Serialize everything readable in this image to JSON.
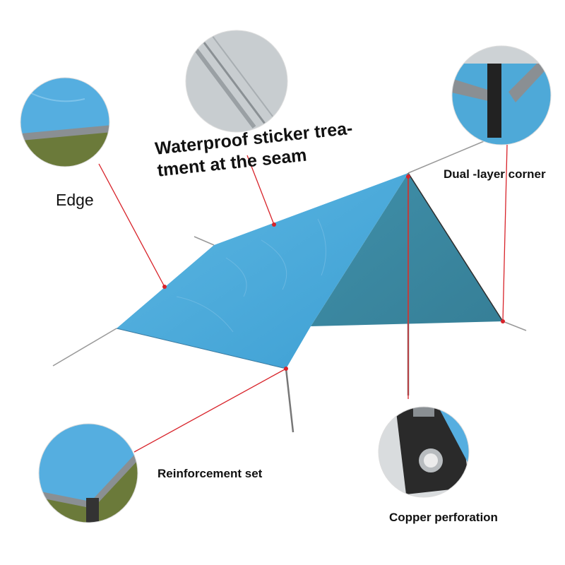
{
  "labels": {
    "edge": "Edge",
    "seam_line1": "Waterproof sticker trea-",
    "seam_line2": "tment at the seam",
    "corner": "Dual -layer corner",
    "reinforcement": "Reinforcement set",
    "copper": "Copper perforation"
  },
  "colors": {
    "tarp_light": "#4aa8d8",
    "tarp_dark": "#3a8aa6",
    "binding": "#8a8f93",
    "leader_line": "#d8232a",
    "grass": "#6b7a3a"
  },
  "icons": {
    "detail_edge": "tarp-edge-closeup",
    "detail_seam": "seam-closeup",
    "detail_corner": "corner-webbing-closeup",
    "detail_reinforcement": "reinforced-corner-closeup",
    "detail_copper": "grommet-closeup"
  }
}
